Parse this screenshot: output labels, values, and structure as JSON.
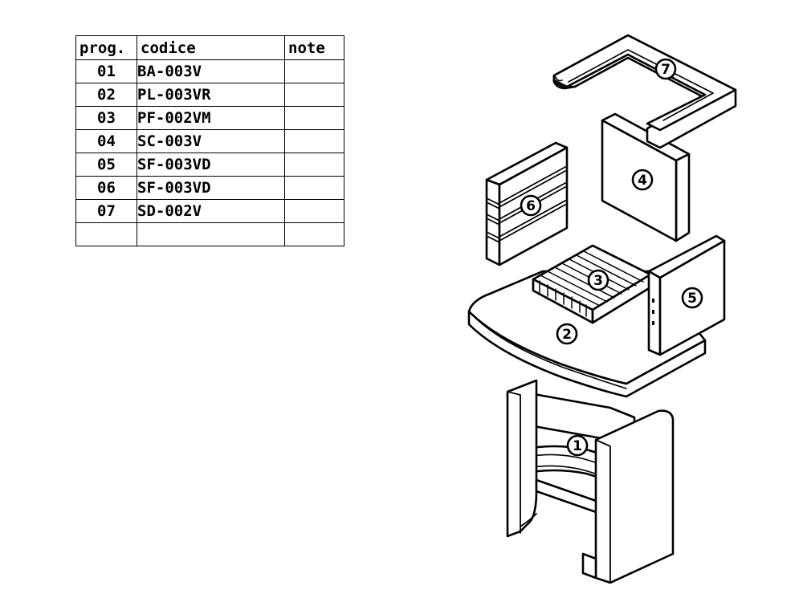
{
  "table": {
    "headers": {
      "prog": "prog.",
      "codice": "codice",
      "note": "note"
    },
    "rows": [
      {
        "prog": "01",
        "codice": "BA-003V",
        "note": ""
      },
      {
        "prog": "02",
        "codice": "PL-003VR",
        "note": ""
      },
      {
        "prog": "03",
        "codice": "PF-002VM",
        "note": ""
      },
      {
        "prog": "04",
        "codice": "SC-003V",
        "note": ""
      },
      {
        "prog": "05",
        "codice": "SF-003VD",
        "note": ""
      },
      {
        "prog": "06",
        "codice": "SF-003VD",
        "note": ""
      },
      {
        "prog": "07",
        "codice": "SD-002V",
        "note": ""
      },
      {
        "prog": "",
        "codice": "",
        "note": ""
      }
    ]
  },
  "callouts": {
    "p1": "1",
    "p2": "2",
    "p3": "3",
    "p4": "4",
    "p5": "5",
    "p6": "6",
    "p7": "7"
  }
}
